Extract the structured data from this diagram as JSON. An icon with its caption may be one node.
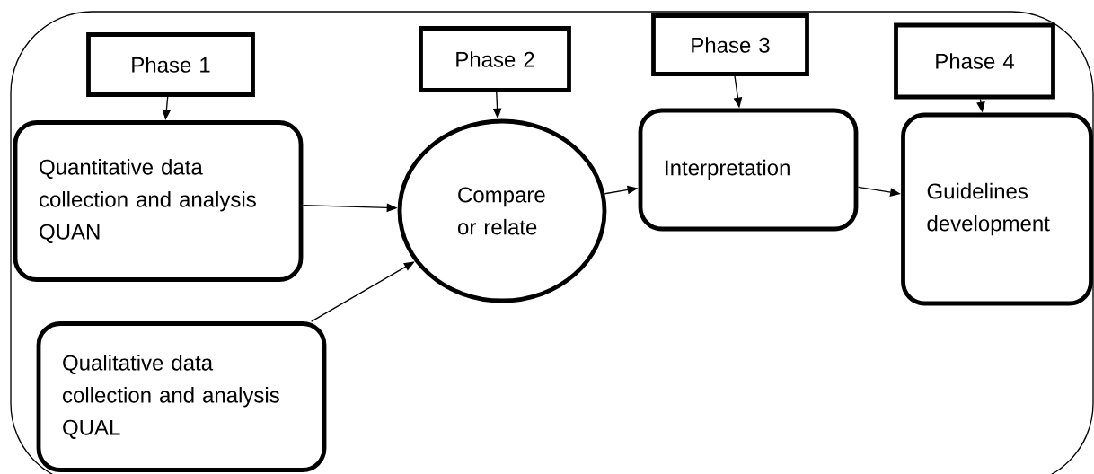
{
  "diagram": {
    "nodes": [
      {
        "text": [
          "Phase 1"
        ]
      },
      {
        "text": [
          "Quantitative data collection and analysis QUAN"
        ]
      },
      {
        "text": [
          "Qualitative data collection and analysis QUAL"
        ]
      },
      {
        "text": [
          "Phase 2"
        ]
      },
      {
        "text": [
          "Compare or relate"
        ]
      },
      {
        "text": [
          "Phase 3"
        ]
      },
      {
        "text": [
          "Interpretation"
        ]
      },
      {
        "text": [
          "Phase 4"
        ]
      },
      {
        "text": [
          "Guidelines development"
        ]
      }
    ],
    "edges": [
      {
        "from": 0,
        "to": 1,
        "arrow": "to"
      },
      {
        "from": 3,
        "to": 4,
        "arrow": "to"
      },
      {
        "from": 5,
        "to": 6,
        "arrow": "to"
      },
      {
        "from": 7,
        "to": 8,
        "arrow": "to"
      },
      {
        "from": 1,
        "to": 4,
        "arrow": "to"
      },
      {
        "from": 2,
        "to": 4,
        "arrow": "to"
      },
      {
        "from": 4,
        "to": 6,
        "arrow": "to"
      },
      {
        "from": 6,
        "to": 8,
        "arrow": "to"
      }
    ]
  }
}
